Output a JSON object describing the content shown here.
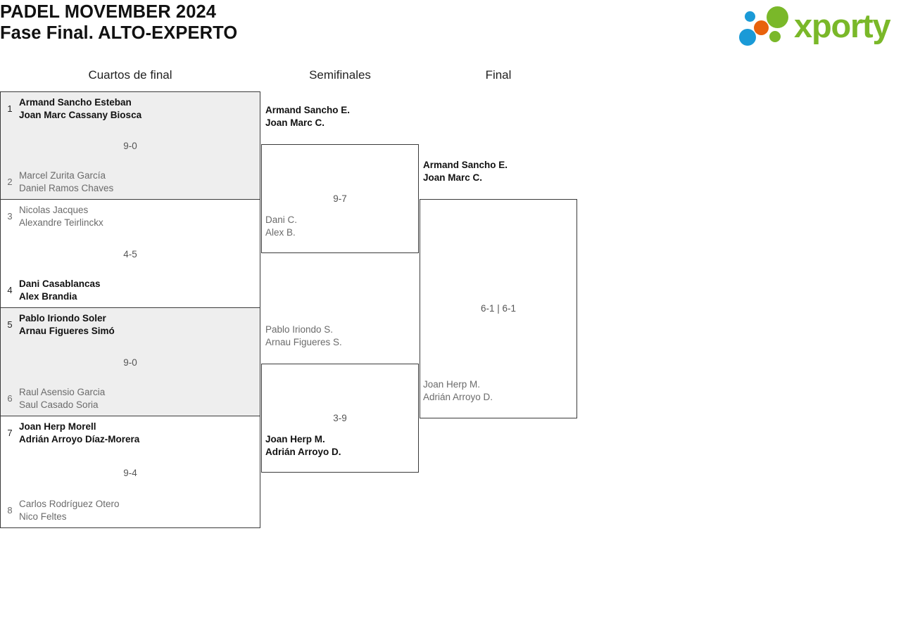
{
  "header": {
    "title_line1": "PADEL MOVEMBER 2024",
    "title_line2": "Fase Final. ALTO-EXPERTO",
    "logo_word": "xporty",
    "logo_colors": {
      "green": "#7ab829",
      "blue": "#1a9ad7",
      "orange": "#e8620c"
    }
  },
  "rounds": {
    "quarterfinals_label": "Cuartos de final",
    "semifinals_label": "Semifinales",
    "final_label": "Final"
  },
  "colors": {
    "shaded_row": "#eeeeee",
    "border": "#3a3a3a",
    "winner_text": "#111111",
    "loser_text": "#6b6b6b",
    "score_text": "#555555"
  },
  "quarterfinals": [
    {
      "shaded": true,
      "score": "9-0",
      "top": {
        "seed": "1",
        "player1": "Armand Sancho Esteban",
        "player2": "Joan Marc Cassany Biosca",
        "result": "winner"
      },
      "bottom": {
        "seed": "2",
        "player1": "Marcel Zurita García",
        "player2": "Daniel Ramos Chaves",
        "result": "loser"
      }
    },
    {
      "shaded": false,
      "score": "4-5",
      "top": {
        "seed": "3",
        "player1": "Nicolas Jacques",
        "player2": "Alexandre Teirlinckx",
        "result": "loser"
      },
      "bottom": {
        "seed": "4",
        "player1": "Dani Casablancas",
        "player2": "Alex Brandia",
        "result": "winner"
      }
    },
    {
      "shaded": true,
      "score": "9-0",
      "top": {
        "seed": "5",
        "player1": "Pablo Iriondo Soler",
        "player2": "Arnau Figueres Simó",
        "result": "winner"
      },
      "bottom": {
        "seed": "6",
        "player1": "Raul Asensio Garcia",
        "player2": "Saul Casado Soria",
        "result": "loser"
      }
    },
    {
      "shaded": false,
      "score": "9-4",
      "top": {
        "seed": "7",
        "player1": "Joan Herp Morell",
        "player2": "Adrián Arroyo Díaz-Morera",
        "result": "winner"
      },
      "bottom": {
        "seed": "8",
        "player1": "Carlos Rodríguez Otero",
        "player2": "Nico Feltes",
        "result": "loser"
      }
    }
  ],
  "semifinals": [
    {
      "score": "9-7",
      "top": {
        "player1": "Armand Sancho E.",
        "player2": "Joan Marc C.",
        "result": "winner"
      },
      "bottom": {
        "player1": "Dani C.",
        "player2": "Alex B.",
        "result": "loser"
      }
    },
    {
      "score": "3-9",
      "top": {
        "player1": "Pablo Iriondo S.",
        "player2": "Arnau Figueres S.",
        "result": "loser"
      },
      "bottom": {
        "player1": "Joan Herp M.",
        "player2": "Adrián Arroyo D.",
        "result": "winner"
      }
    }
  ],
  "final": {
    "score": "6-1 | 6-1",
    "top": {
      "player1": "Armand Sancho E.",
      "player2": "Joan Marc C.",
      "result": "winner"
    },
    "bottom": {
      "player1": "Joan Herp M.",
      "player2": "Adrián Arroyo D.",
      "result": "loser"
    }
  }
}
